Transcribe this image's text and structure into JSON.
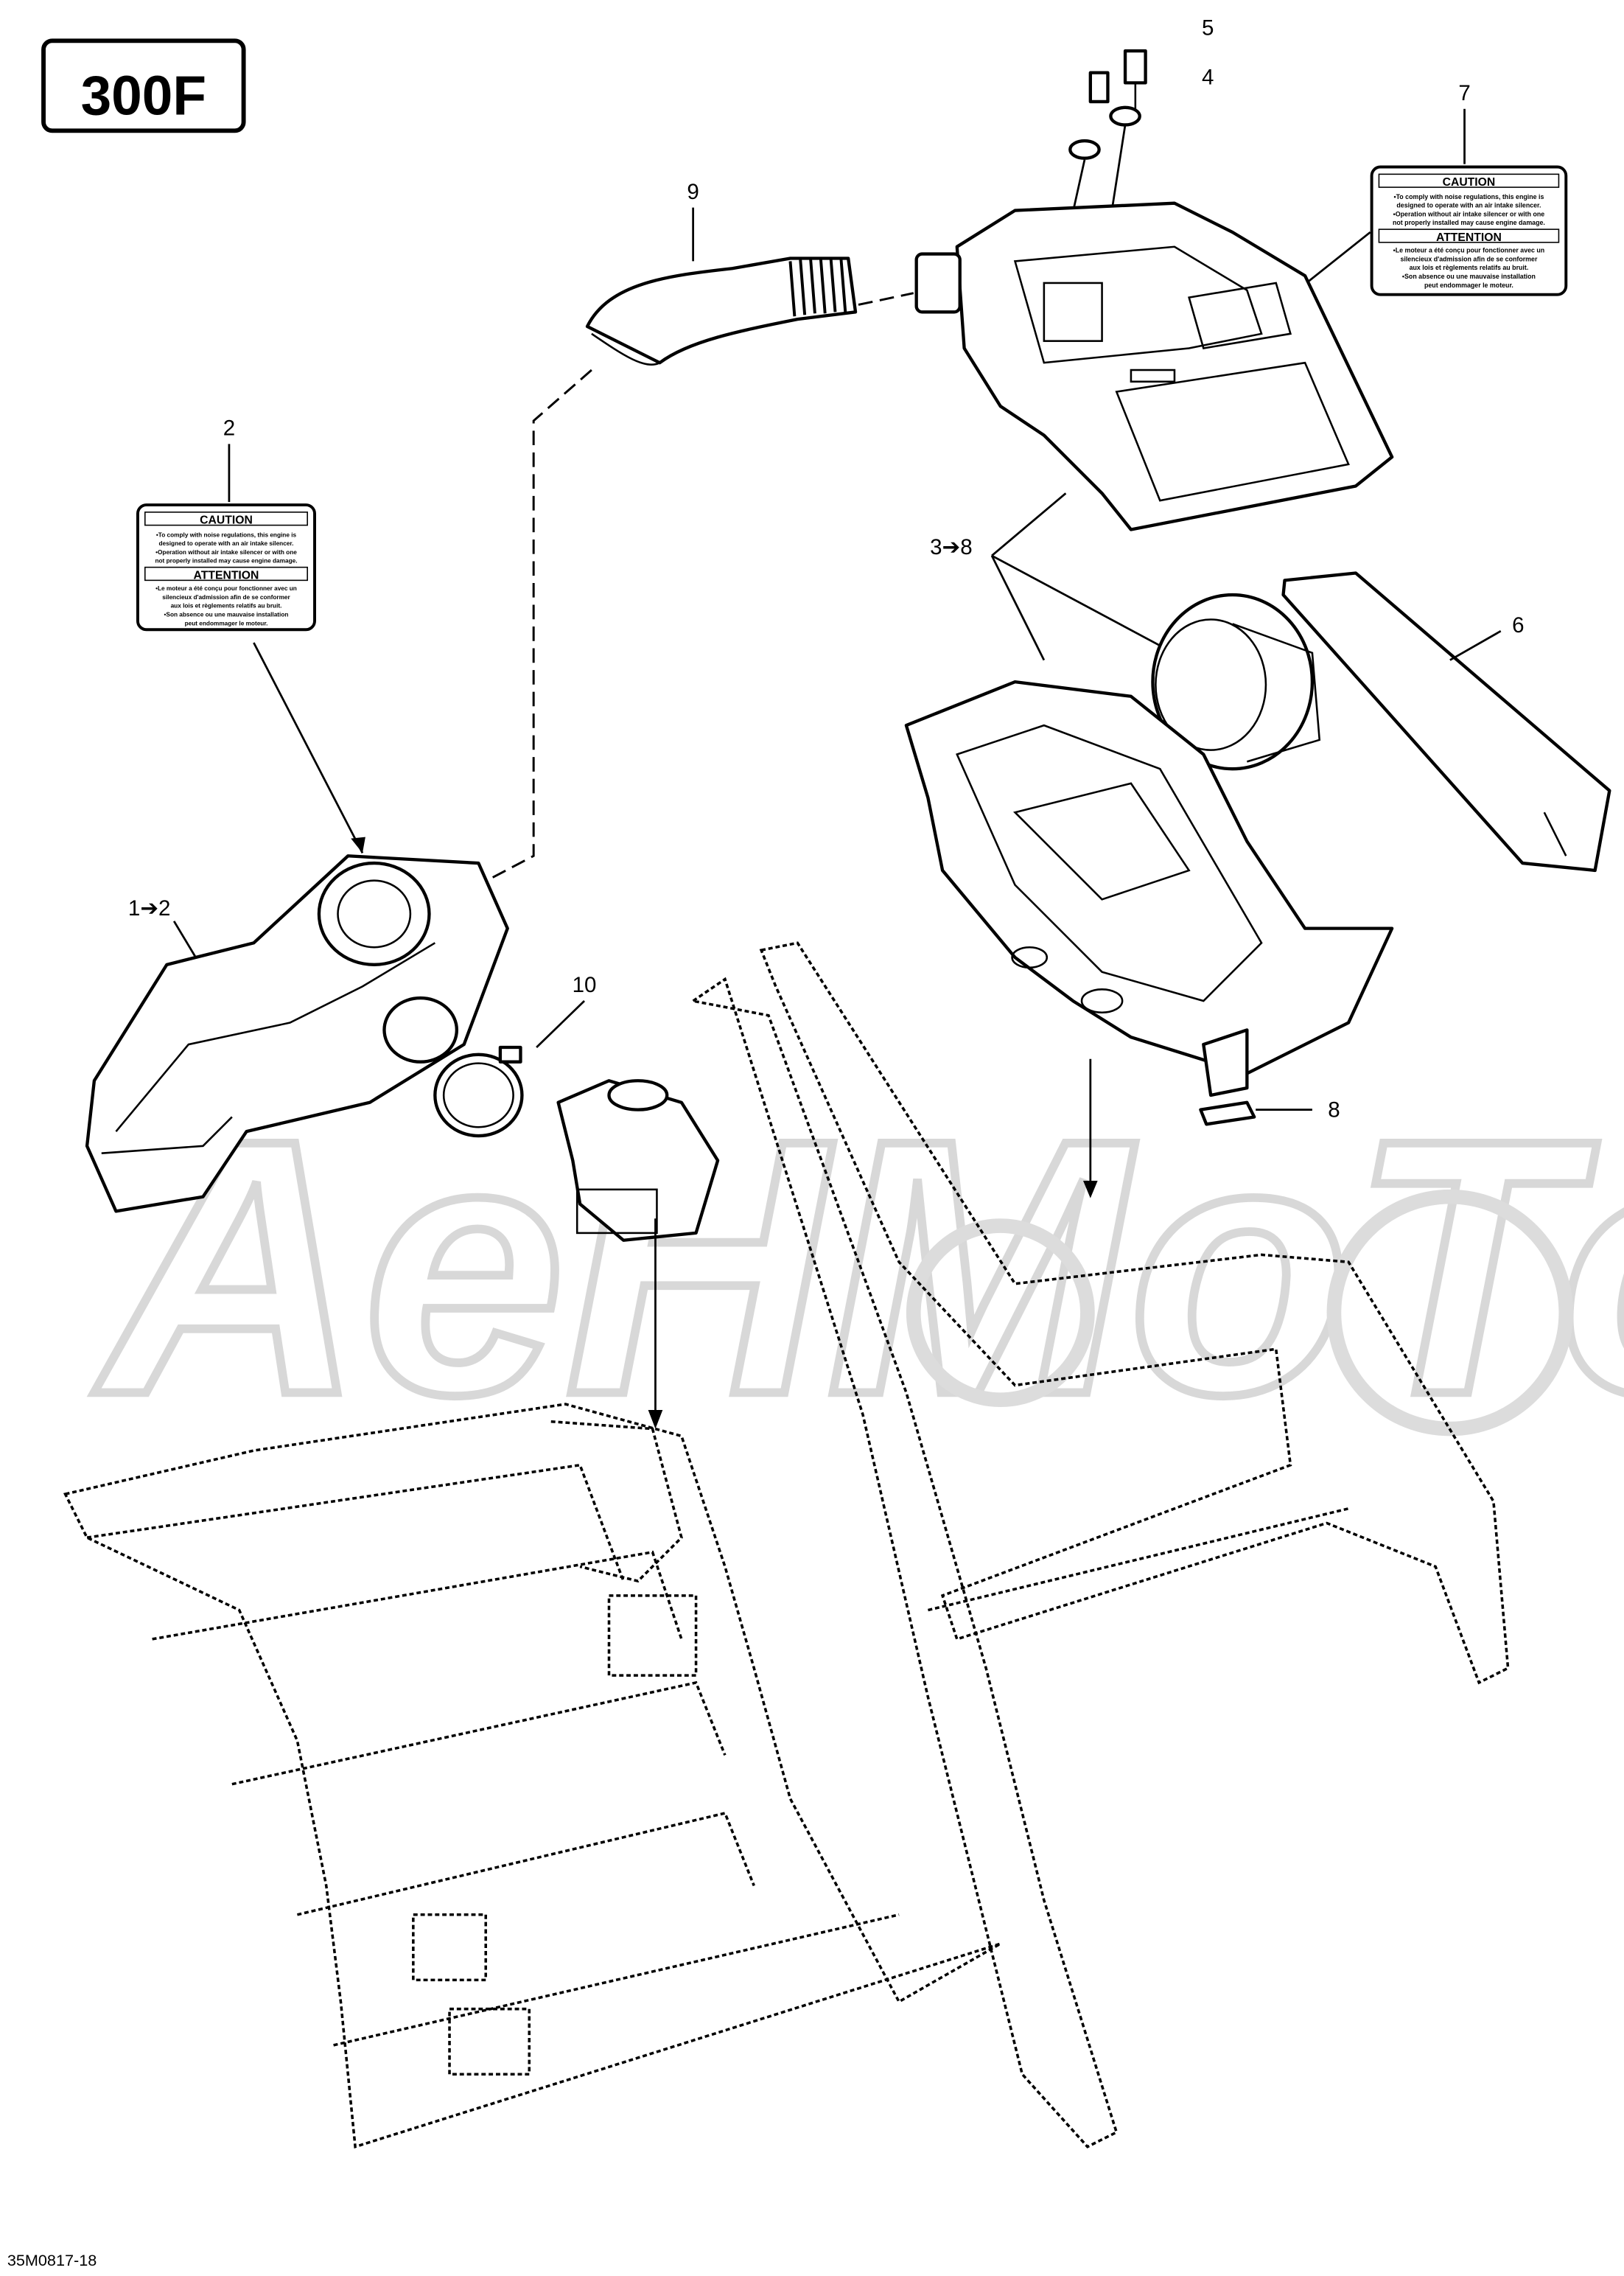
{
  "diagram": {
    "model_badge": "300F",
    "drawing_code": "35M0817-18",
    "watermark": "AeHMoTo",
    "callouts": [
      {
        "id": "1",
        "text": "1➔2"
      },
      {
        "id": "2",
        "text": "2"
      },
      {
        "id": "3",
        "text": "3➔8"
      },
      {
        "id": "4",
        "text": "4"
      },
      {
        "id": "5",
        "text": "5"
      },
      {
        "id": "6",
        "text": "6"
      },
      {
        "id": "7",
        "text": "7"
      },
      {
        "id": "8",
        "text": "8"
      },
      {
        "id": "9",
        "text": "9"
      },
      {
        "id": "10",
        "text": "10"
      }
    ],
    "warning_label": {
      "caution_title": "CAUTION",
      "caution_lines": [
        "•To comply with noise regulations, this engine is",
        "designed to operate with an air intake silencer.",
        "•Operation without air intake silencer or with one",
        "not properly installed may cause engine damage."
      ],
      "attention_title": "ATTENTION",
      "attention_lines": [
        "•Le moteur a été conçu pour fonctionner avec un",
        "silencieux d'admission afin de se conformer",
        "aux lois et règlements relatifs au bruit.",
        "•Son absence ou une mauvaise installation",
        "peut endommager le moteur."
      ]
    }
  }
}
